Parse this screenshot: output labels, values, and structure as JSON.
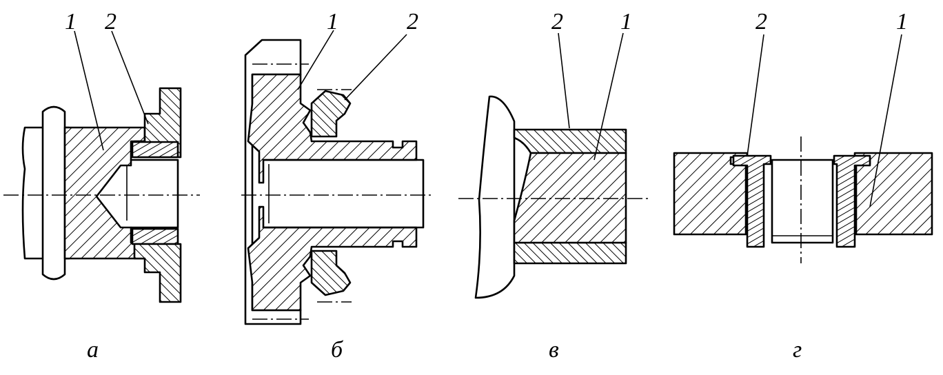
{
  "figures": [
    {
      "id": "a",
      "caption": "а",
      "callouts": [
        "1",
        "2"
      ]
    },
    {
      "id": "b",
      "caption": "б",
      "callouts": [
        "1",
        "2"
      ]
    },
    {
      "id": "v",
      "caption": "в",
      "callouts": [
        "2",
        "1"
      ]
    },
    {
      "id": "g",
      "caption": "г",
      "callouts": [
        "2",
        "1"
      ]
    }
  ]
}
